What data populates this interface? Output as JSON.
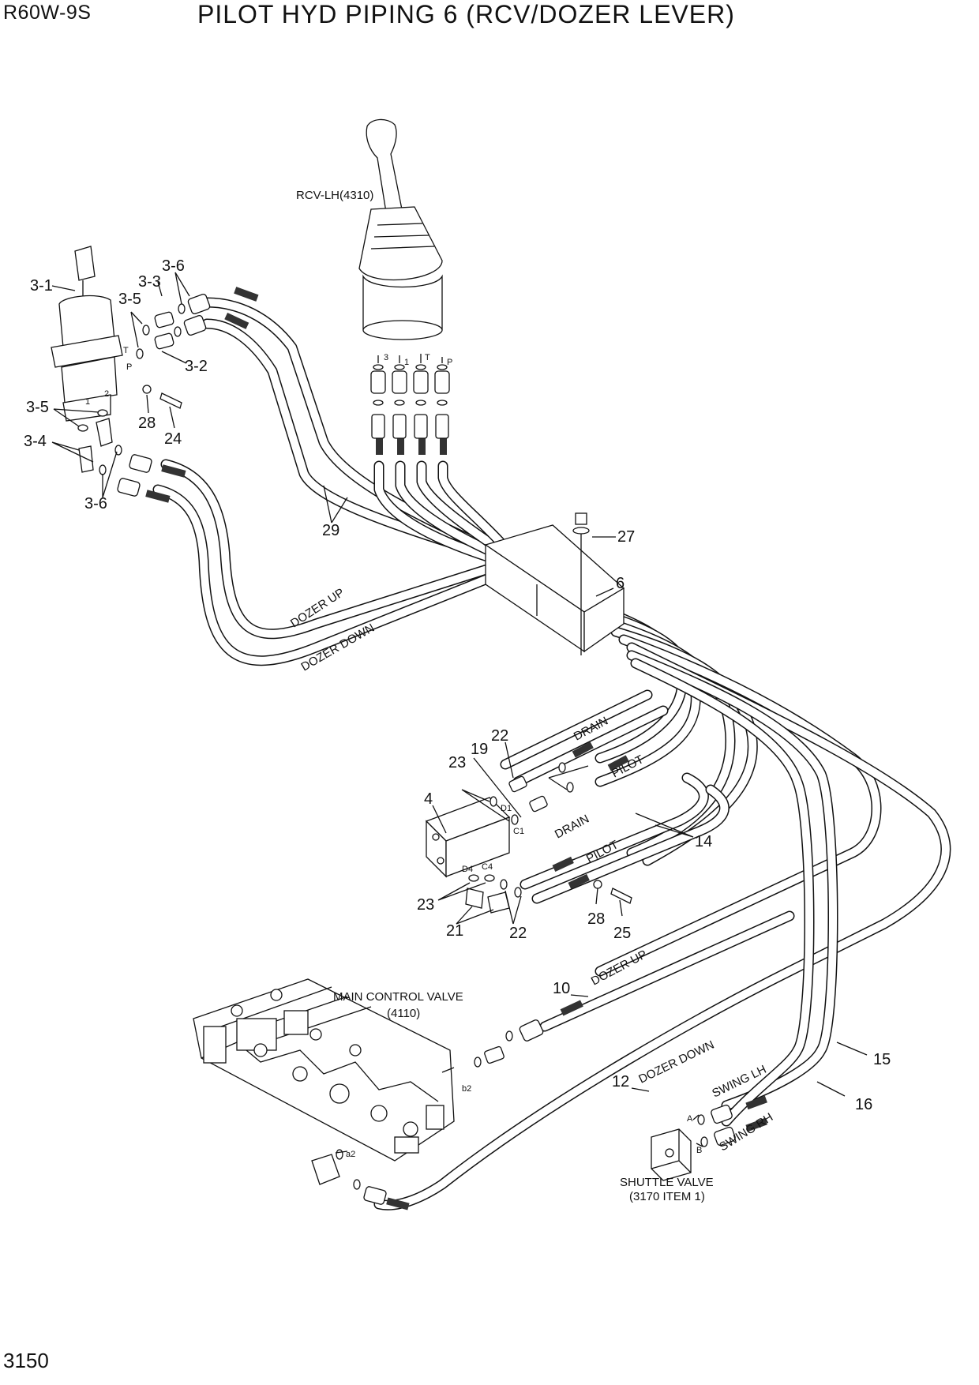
{
  "header": {
    "model": "R60W-9S",
    "title": "PILOT HYD PIPING 6 (RCV/DOZER LEVER)"
  },
  "footer": {
    "page_number": "3150"
  },
  "components": {
    "rcv": "RCV-LH(4310)",
    "mcv_line1": "MAIN CONTROL VALVE",
    "mcv_line2": "(4110)",
    "shuttle_line1": "SHUTTLE VALVE",
    "shuttle_line2": "(3170 ITEM 1)"
  },
  "hose_labels": {
    "dozer_up_top": "DOZER UP",
    "dozer_down_top": "DOZER DOWN",
    "drain_1": "DRAIN",
    "pilot_1": "PILOT",
    "drain_2": "DRAIN",
    "pilot_2": "PILOT",
    "dozer_up_bottom": "DOZER UP",
    "dozer_down_bottom": "DOZER DOWN",
    "swing_lh": "SWING LH",
    "swing_rh": "SWING RH"
  },
  "port_labels": {
    "rcv_3": "3",
    "rcv_1": "1",
    "rcv_t": "T",
    "rcv_p": "P",
    "lever_t": "T",
    "lever_p": "P",
    "lever_1": "1",
    "lever_2": "2",
    "block_d1": "D1",
    "block_c1": "C1",
    "block_d4": "D4",
    "block_c4": "C4",
    "mcv_b2": "b2",
    "mcv_a2": "a2",
    "shuttle_a": "A",
    "shuttle_b": "B"
  },
  "callouts": {
    "c3_1": "3-1",
    "c3_3": "3-3",
    "c3_6a": "3-6",
    "c3_5a": "3-5",
    "c3_2": "3-2",
    "c3_5b": "3-5",
    "c3_4": "3-4",
    "c3_6b": "3-6",
    "c28a": "28",
    "c24": "24",
    "c29": "29",
    "c27": "27",
    "c6": "6",
    "c22a": "22",
    "c19": "19",
    "c23a": "23",
    "c4": "4",
    "c14": "14",
    "c23b": "23",
    "c21": "21",
    "c22b": "22",
    "c28b": "28",
    "c25": "25",
    "c10": "10",
    "c12": "12",
    "c15": "15",
    "c16": "16"
  }
}
